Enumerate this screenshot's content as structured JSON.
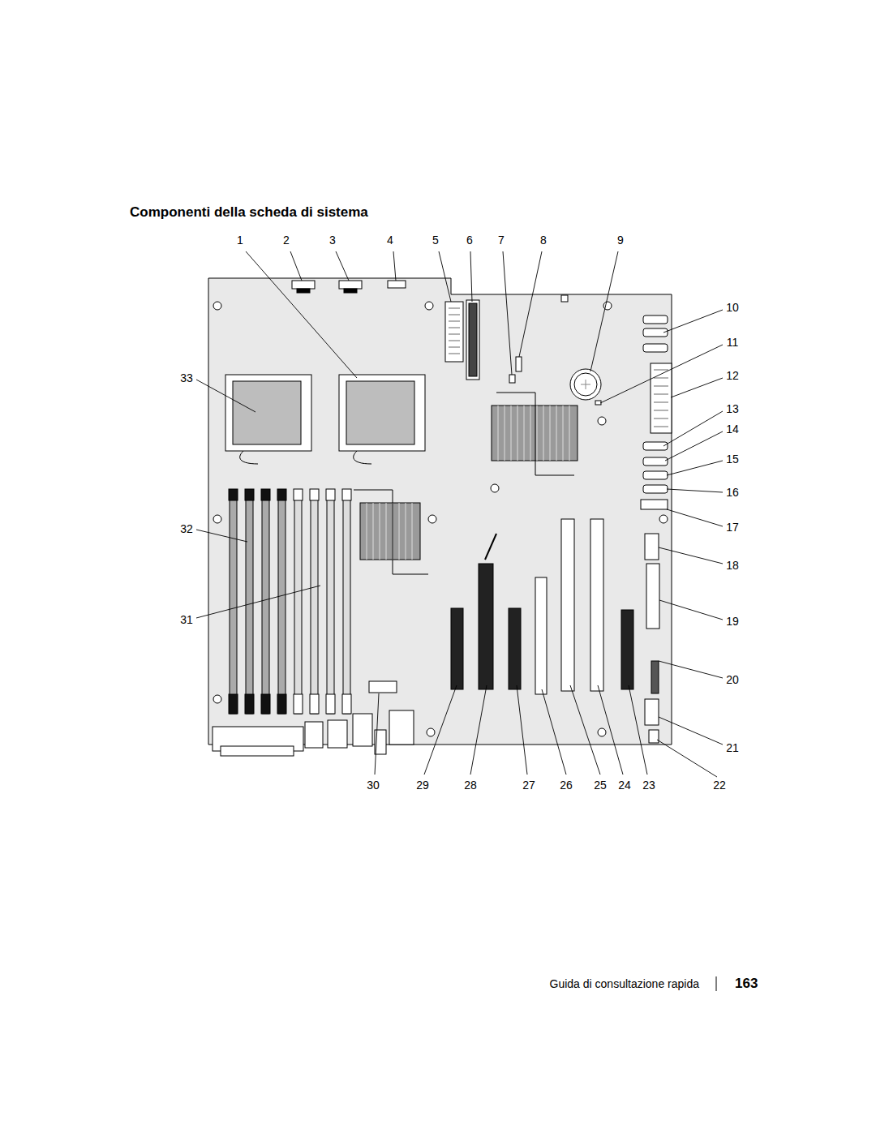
{
  "diagram": {
    "title": "Componenti della scheda di sistema",
    "labels": [
      "1",
      "2",
      "3",
      "4",
      "5",
      "6",
      "7",
      "8",
      "9",
      "10",
      "11",
      "12",
      "13",
      "14",
      "15",
      "16",
      "17",
      "18",
      "19",
      "20",
      "21",
      "22",
      "23",
      "24",
      "25",
      "26",
      "27",
      "28",
      "29",
      "30",
      "31",
      "32",
      "33",
      "Guida di consultazione rapida",
      "163"
    ]
  }
}
